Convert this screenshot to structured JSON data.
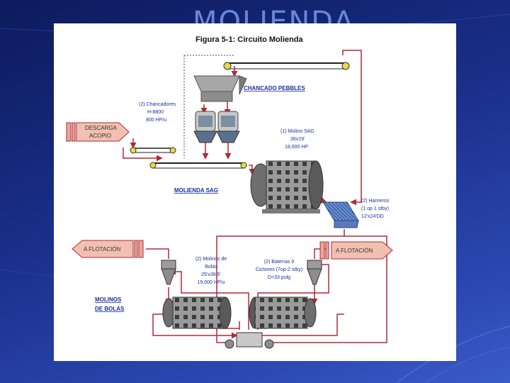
{
  "slide": {
    "title": "MOLIENDA"
  },
  "figure": {
    "caption": "Figura 5-1: Circuito Molienda",
    "labels": {
      "chancado_pebbles": "CHANCADO PEBBLES",
      "chancadores": [
        "(2) Chancadores",
        "H-8800",
        "800 HP/u"
      ],
      "descarga_acopio": [
        "DESCARGA",
        "ACOPIO"
      ],
      "molino_sag": [
        "(1) Molino SAG",
        "36x19'",
        "18,000 HP"
      ],
      "molienda_sag": "MOLIENDA SAG",
      "harneros": [
        "(2) Harneros",
        "(1 op 1 stby)",
        "12'x24'DD"
      ],
      "a_flotacion_left": "A FLOTACIÓN",
      "a_flotacion_right": "A FLOTACIÓN",
      "molinos_bolas_spec": [
        "(2) Molinos de",
        "Bolas",
        "25'x39,5'",
        "19,000 HP/u"
      ],
      "baterias": [
        "(2) Baterías 9",
        "Ciclones (7op-2 stby)",
        "D=33 pulg"
      ],
      "molinos_de_bolas": [
        "MOLINOS",
        "DE BOLAS"
      ]
    }
  },
  "colors": {
    "flow_line": "#b0283a",
    "label_blue": "#1a2fa0",
    "label_red": "#b0283a",
    "equipment_gray": "#8c8c8c",
    "arrow_fill": "#e8a898"
  }
}
